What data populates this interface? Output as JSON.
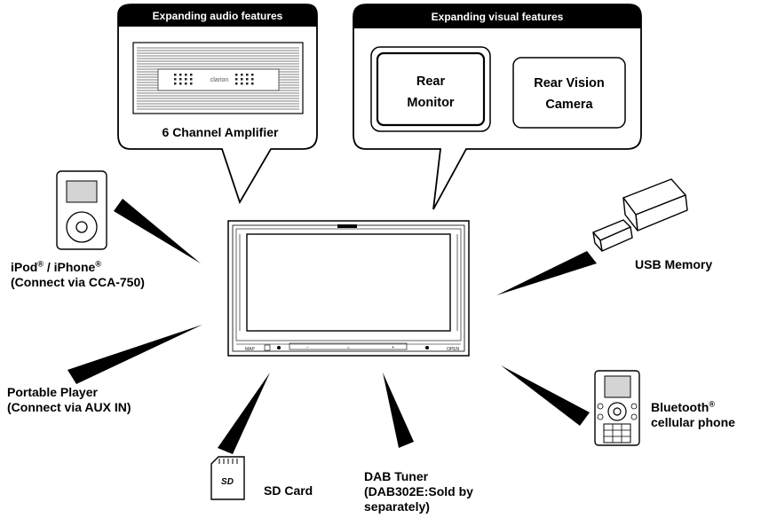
{
  "audio_panel": {
    "header": "Expanding audio features",
    "brand": "clarion",
    "caption": "6 Channel Amplifier"
  },
  "visual_panel": {
    "header": "Expanding visual features",
    "rear_monitor": [
      "Rear",
      "Monitor"
    ],
    "rear_camera": [
      "Rear Vision",
      "Camera"
    ]
  },
  "head_unit": {
    "buttons": [
      "MAP",
      "OPEN"
    ],
    "symbols": [
      "−",
      "⌂",
      "+"
    ]
  },
  "devices": {
    "ipod": {
      "name": "iPod",
      "name2": " / iPhone",
      "mark": "®",
      "line2": "(Connect via CCA-750)"
    },
    "portable": {
      "line1": "Portable Player",
      "line2": "(Connect via AUX IN)"
    },
    "sd": {
      "label": "SD Card",
      "card_mark": "SD"
    },
    "dab": {
      "line1": "DAB Tuner",
      "line2": "(DAB302E:Sold by",
      "line3": "separately)"
    },
    "usb": {
      "label": "USB Memory"
    },
    "bluetooth": {
      "line1": "Bluetooth",
      "mark": "®",
      "line2": "cellular phone"
    }
  }
}
